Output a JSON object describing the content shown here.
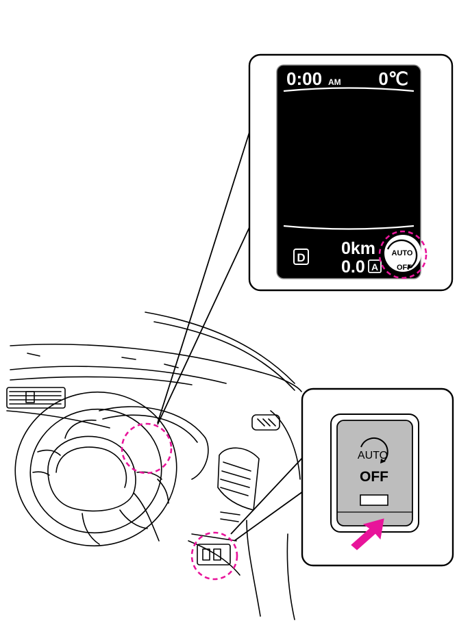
{
  "display": {
    "time": "0:00",
    "ampm": "AM",
    "temp": "0℃",
    "gear": "D",
    "odometer": "0km",
    "trip": "0.0",
    "trip_letter": "A",
    "indicator_top": "AUTO",
    "indicator_bottom": "OFF"
  },
  "switch": {
    "top_label": "AUTO",
    "bottom_label": "OFF"
  },
  "colors": {
    "highlight": "#e8149a",
    "screen": "#000000",
    "switch_face": "#bdbdbd",
    "line": "#000000"
  }
}
